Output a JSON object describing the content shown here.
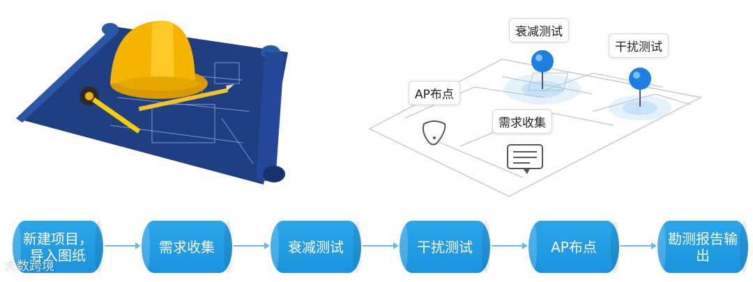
{
  "callouts": {
    "ap_layout": "AP布点",
    "demand_collection": "需求收集",
    "attenuation_test": "衰减测试",
    "interference_test": "干扰测试"
  },
  "steps": [
    "新建项目，导入图纸",
    "需求收集",
    "衰减测试",
    "干扰测试",
    "AP布点",
    "勘测报告输出"
  ],
  "watermark": "大数跨境",
  "colors": {
    "step_blue": "#1a93dc",
    "pin_blue": "#1f7fe0",
    "blueprint": "#1f3f82",
    "helmet": "#f4b400"
  }
}
